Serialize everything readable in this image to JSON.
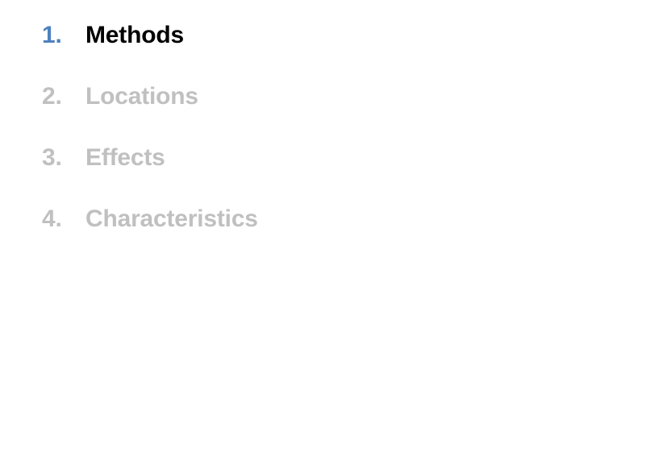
{
  "outline": {
    "items": [
      {
        "number": "1.",
        "label": "Methods",
        "state": "active"
      },
      {
        "number": "2.",
        "label": "Locations",
        "state": "inactive"
      },
      {
        "number": "3.",
        "label": "Effects",
        "state": "inactive"
      },
      {
        "number": "4.",
        "label": "Characteristics",
        "state": "inactive"
      }
    ]
  },
  "colors": {
    "active_number": "#4f81bd",
    "active_label": "#000000",
    "inactive": "#c0c0c0",
    "background": "#ffffff"
  }
}
